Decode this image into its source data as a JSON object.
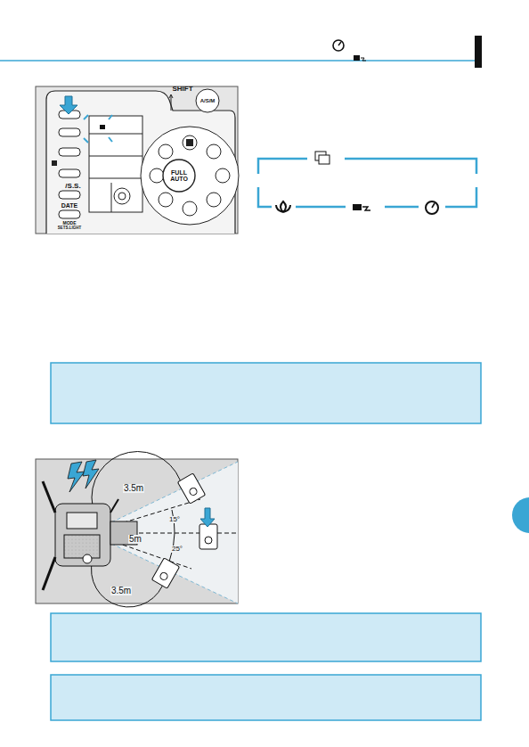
{
  "diagram": {
    "labels": [
      "SHIFT",
      "A/S/M",
      "/S.S.",
      "DATE",
      "MODE",
      "SETS.LIGHT",
      "FULL AUTO",
      "3.5m",
      "15°",
      "5m",
      "25°",
      "3.5m"
    ]
  }
}
